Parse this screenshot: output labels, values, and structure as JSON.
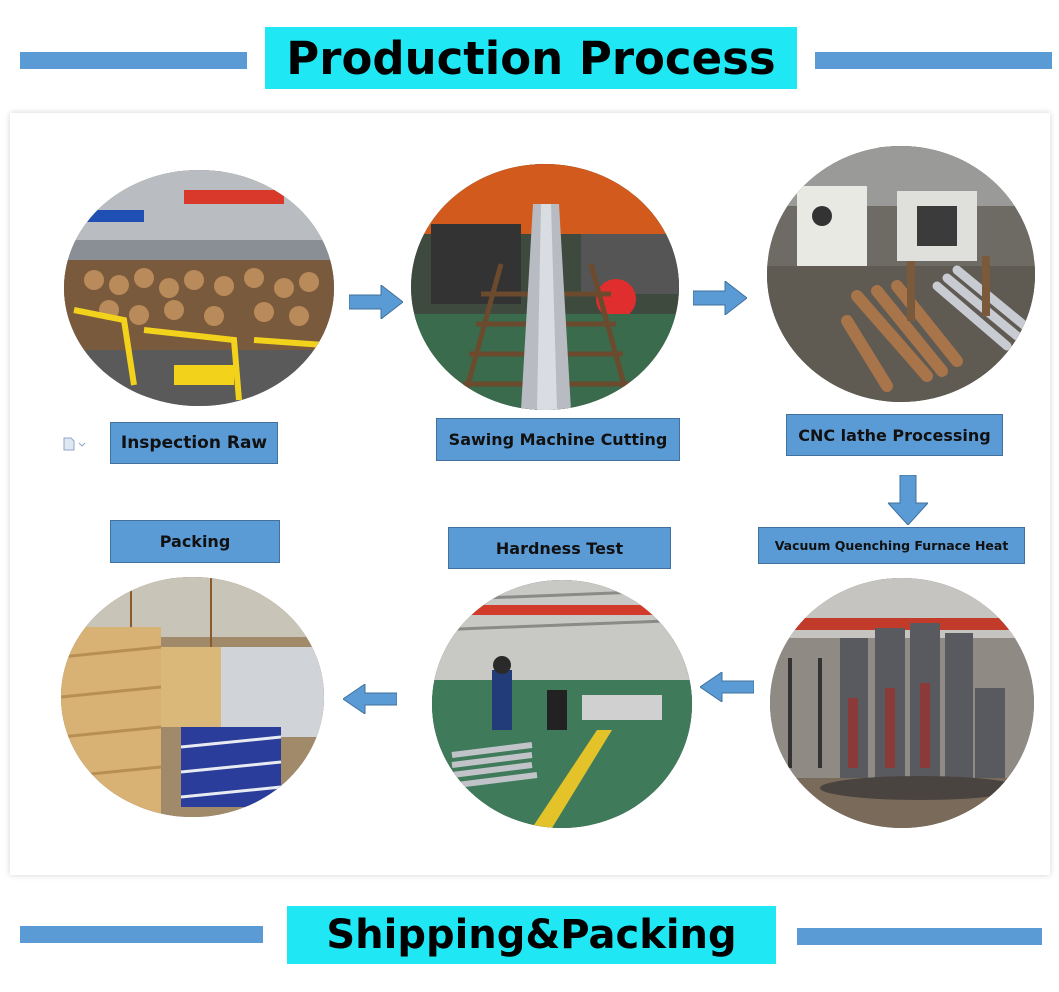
{
  "header": {
    "title": "Production Process"
  },
  "footer": {
    "title": "Shipping&Packing"
  },
  "steps": [
    {
      "label": "Inspection Raw"
    },
    {
      "label": "Sawing Machine Cutting"
    },
    {
      "label": "CNC lathe Processing"
    },
    {
      "label": "Vacuum Quenching Furnace Heat"
    },
    {
      "label": "Hardness Test"
    },
    {
      "label": "Packing"
    }
  ],
  "colors": {
    "accent_bar": "#5b9bd5",
    "banner": "#1fe8f4",
    "label_fill": "#5b9bd5"
  },
  "icons": [
    "arrow-right-icon",
    "arrow-down-icon",
    "arrow-left-icon",
    "document-icon"
  ]
}
